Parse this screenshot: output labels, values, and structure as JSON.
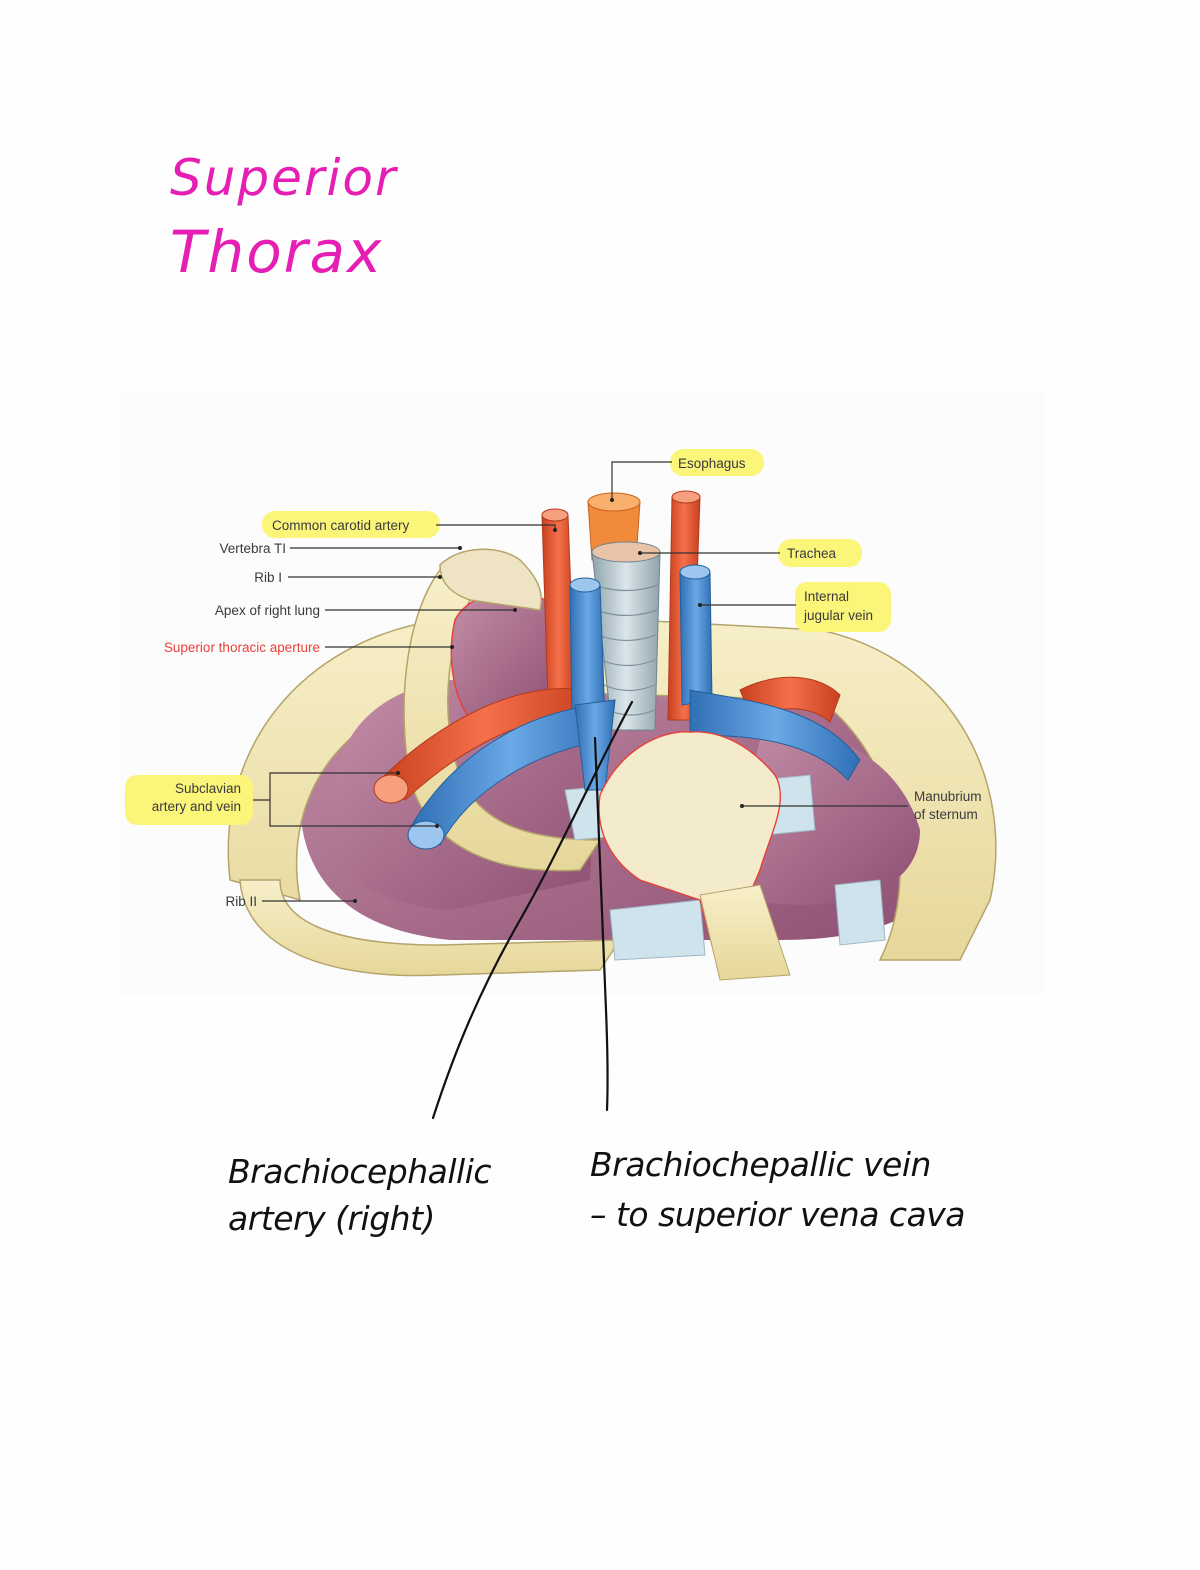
{
  "title": {
    "line1": "Superior",
    "line2": "Thorax",
    "color": "#e61fb4"
  },
  "figure": {
    "labels": {
      "esophagus": "Esophagus",
      "common_carotid_artery": "Common carotid artery",
      "vertebra_t1": "Vertebra TI",
      "rib_1": "Rib I",
      "apex_right_lung": "Apex of right lung",
      "superior_thoracic_aperture": "Superior thoracic aperture",
      "trachea": "Trachea",
      "internal_jugular_vein_line1": "Internal",
      "internal_jugular_vein_line2": "jugular vein",
      "subclavian_line1": "Subclavian",
      "subclavian_line2": "artery and vein",
      "manubrium_line1": "Manubrium",
      "manubrium_line2": "of sternum",
      "rib_2": "Rib II"
    },
    "colors": {
      "highlight": "#fbf57a",
      "artery": "#ee5a32",
      "vein": "#4f93d6",
      "bone": "#f1e6b4",
      "lung": "#a46a8a",
      "cartilage": "#cfe3ec",
      "aperture_label": "#e8413b"
    }
  },
  "notes": {
    "left_line1": "Brachiocephallic",
    "left_line2": "artery (right)",
    "right_line1": "Brachiochepallic vein",
    "right_line2": "– to superior vena cava"
  }
}
